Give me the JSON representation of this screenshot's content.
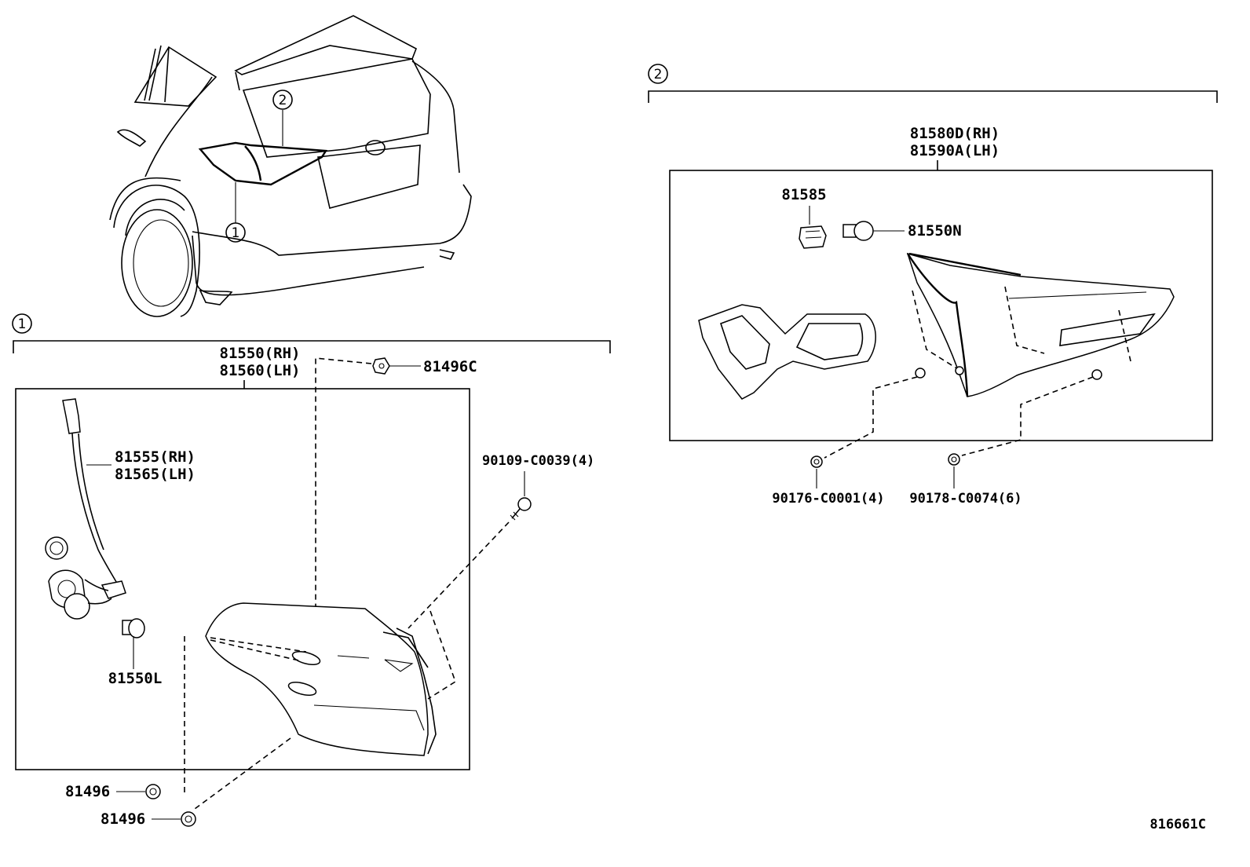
{
  "callouts": {
    "one": "1",
    "two": "2"
  },
  "section1": {
    "assembly_rh": "81550(RH)",
    "assembly_lh": "81560(LH)",
    "socket_rh": "81555(RH)",
    "socket_lh": "81565(LH)",
    "bulb": "81550L",
    "nut_top": "81496C",
    "screw": "90109-C0039(4)",
    "nut_a": "81496",
    "nut_b": "81496"
  },
  "section2": {
    "assembly_rh": "81580D(RH)",
    "assembly_lh": "81590A(LH)",
    "socket": "81585",
    "bulb": "81550N",
    "clip_a": "90176-C0001(4)",
    "clip_b": "90178-C0074(6)"
  },
  "diagram_id": "816661C"
}
